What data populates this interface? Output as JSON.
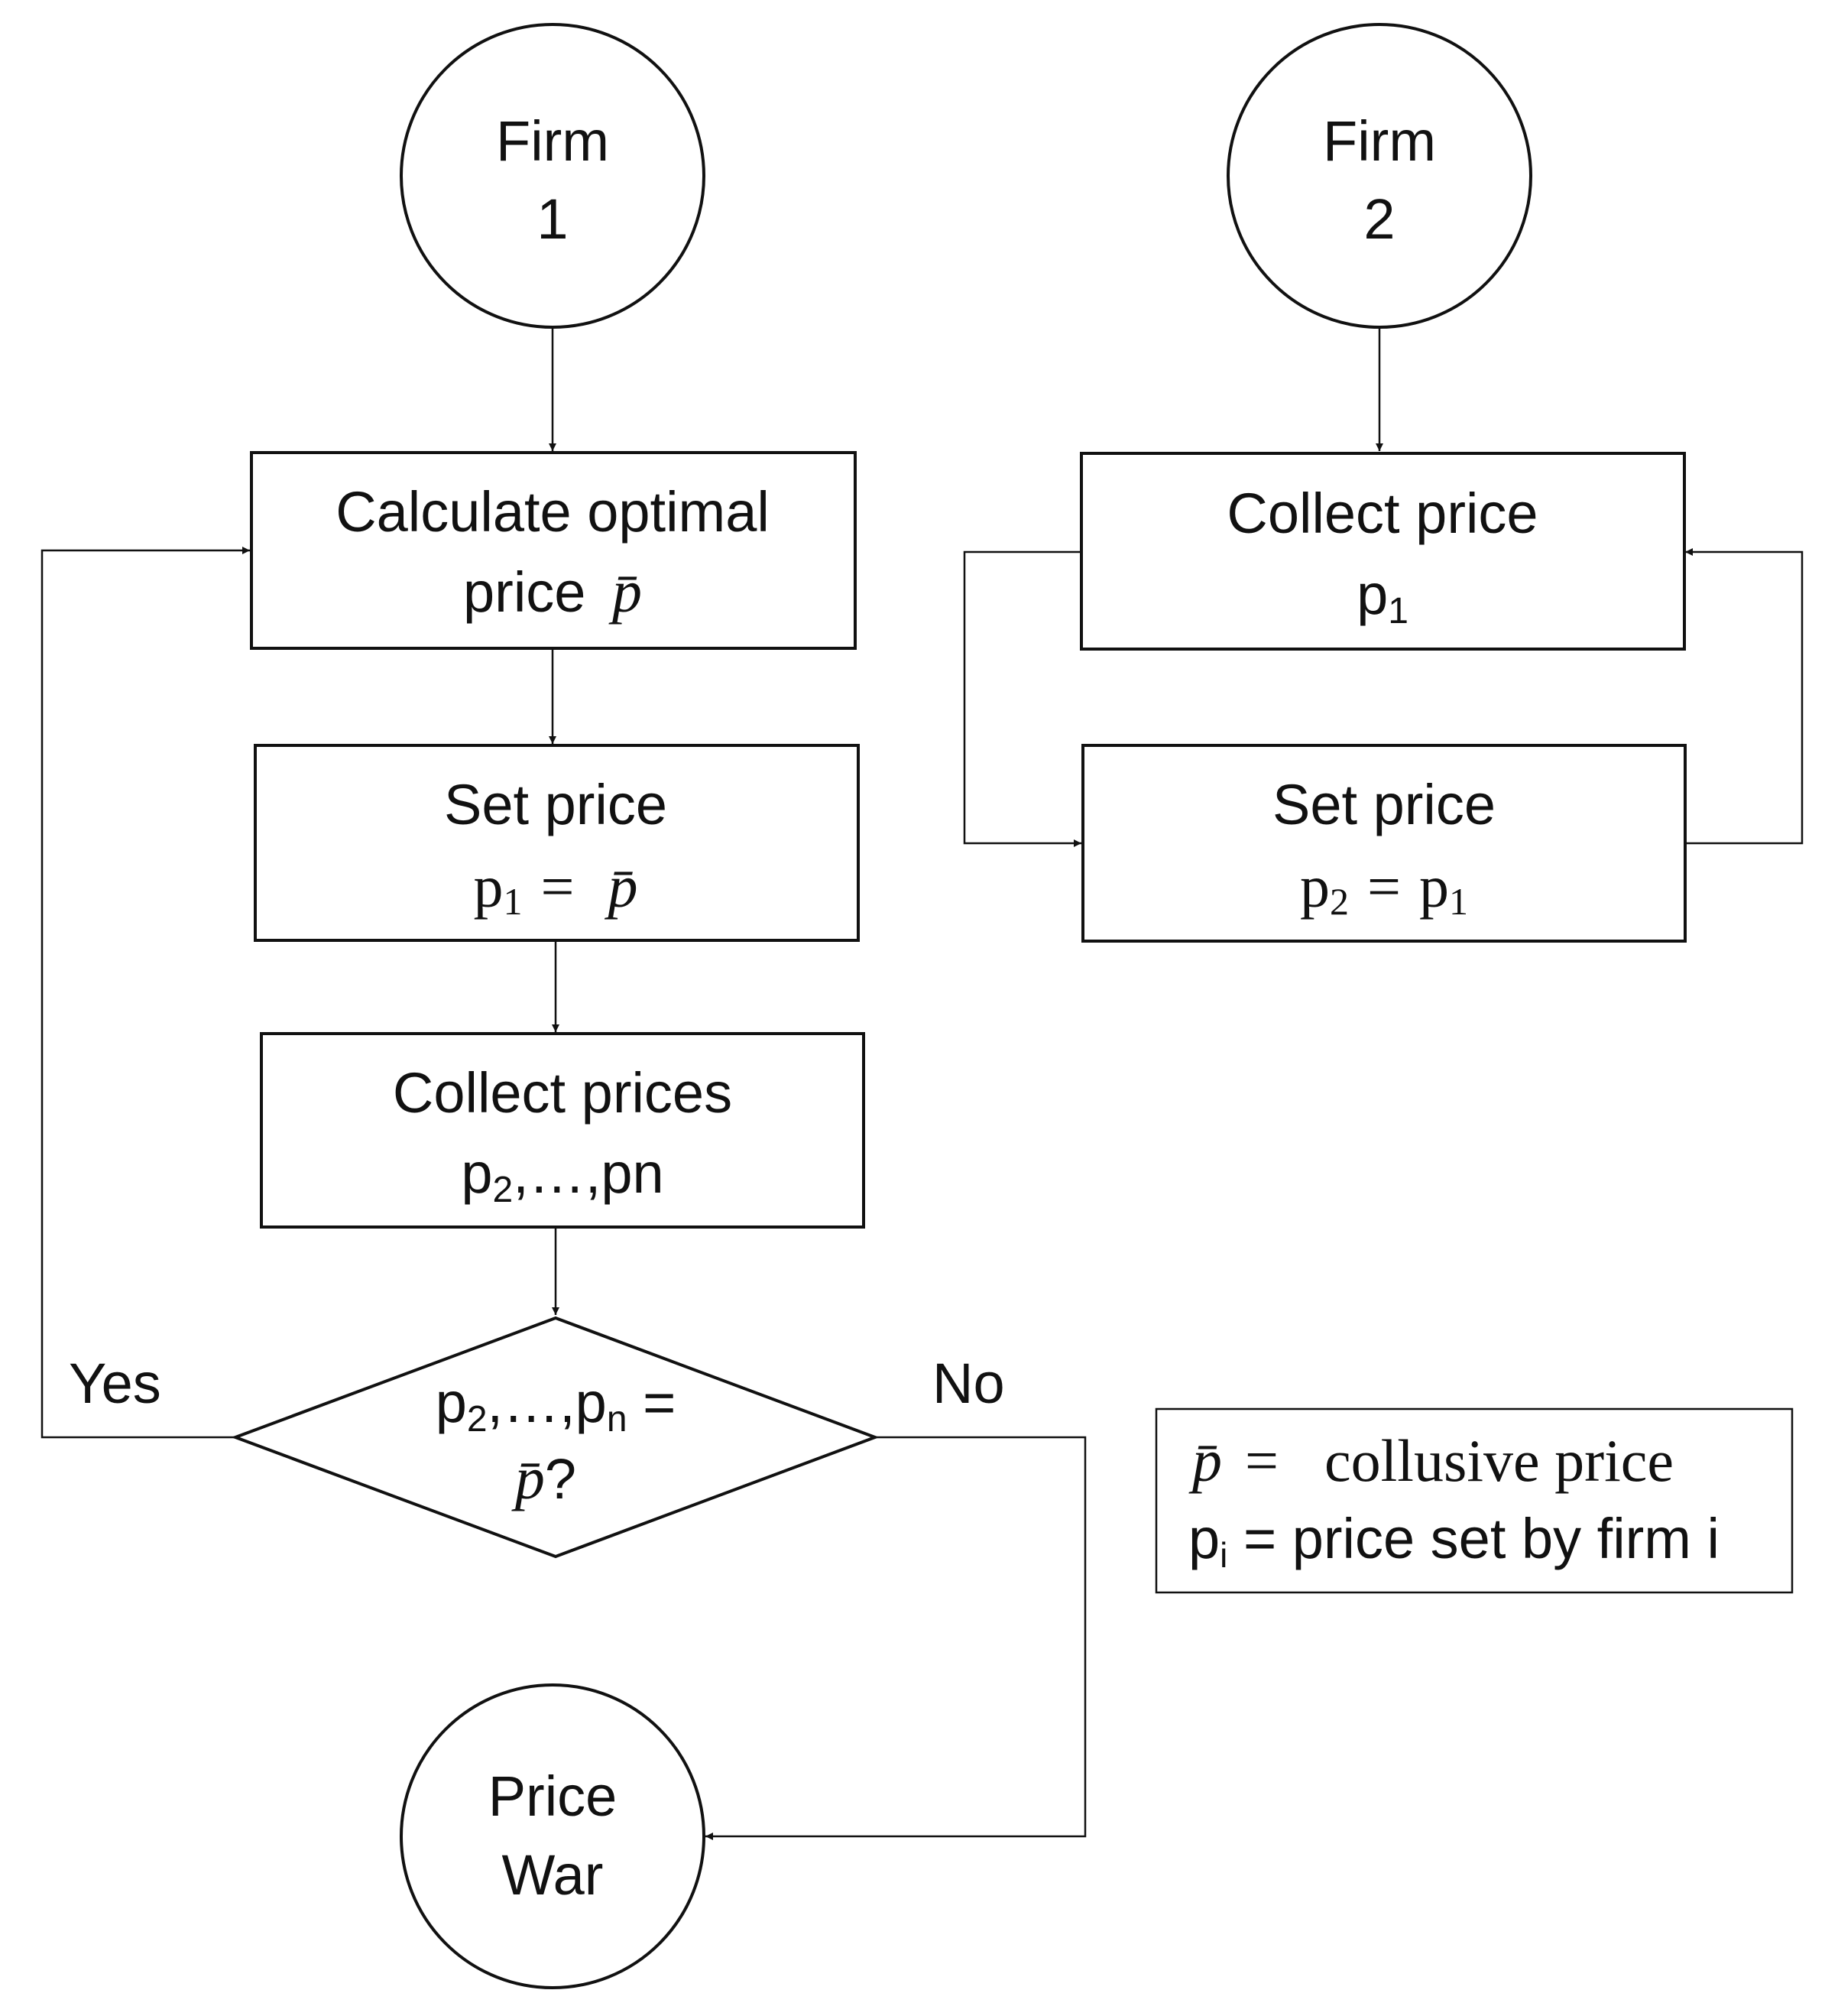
{
  "nodes": {
    "firm1": {
      "line1": "Firm",
      "line2": "1"
    },
    "firm2": {
      "line1": "Firm",
      "line2": "2"
    },
    "calc_optimal": {
      "line1": "Calculate optimal",
      "line2": "price",
      "symbol": "p̄"
    },
    "set_price_1": {
      "title": "Set price",
      "lhs_base": "p",
      "lhs_sub": "1",
      "op": "=",
      "rhs_symbol": "p̄"
    },
    "collect_prices_1": {
      "title": "Collect prices",
      "base": "p",
      "sub": "2",
      "rest": ",…,pn"
    },
    "decision": {
      "base1": "p",
      "sub1": "2",
      "mid": ",…,p",
      "sub2": "n",
      "eq": " =",
      "symbol": "p̄",
      "q": "?"
    },
    "price_war": {
      "line1": "Price",
      "line2": "War"
    },
    "collect_price_2": {
      "title": "Collect price",
      "base": "p",
      "sub": "1"
    },
    "set_price_2": {
      "title": "Set price",
      "lhs_base": "p",
      "lhs_sub": "2",
      "op": "=",
      "rhs_base": "p",
      "rhs_sub": "1"
    }
  },
  "edge_labels": {
    "yes": "Yes",
    "no": "No"
  },
  "legend": {
    "symbol": "p̄",
    "eq": "=",
    "symbol_def": "collusive price",
    "pi_base": "p",
    "pi_sub": "i",
    "pi_def": " = price set by firm i"
  }
}
